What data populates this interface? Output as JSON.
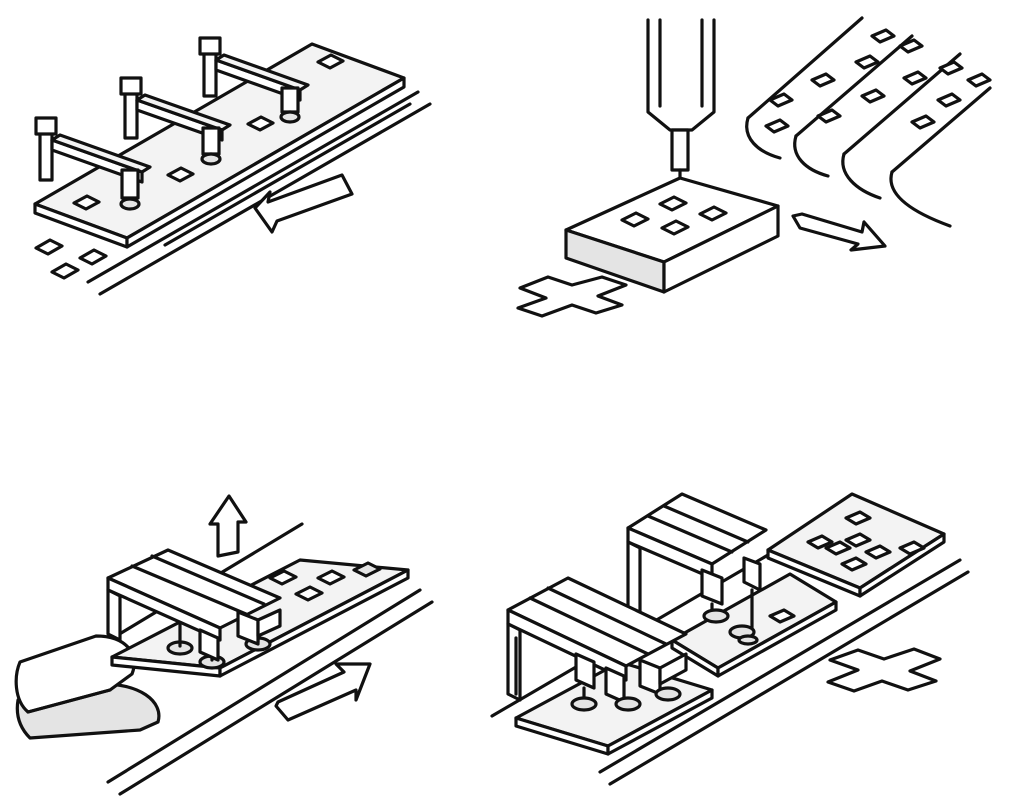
{
  "colors": {
    "line": "#111111",
    "background": "#ffffff",
    "fill_light": "#f3f3f3",
    "fill_grey": "#e4e4e4"
  },
  "panels": [
    {
      "id": "picking-components",
      "arrow_direction": "left"
    },
    {
      "id": "dispensing-paste",
      "arrow_direction": "right",
      "icons": [
        "dispense-needle-icon",
        "cross-mark-icon",
        "component-tape-icon"
      ]
    },
    {
      "id": "lifting-placement-head",
      "arrow_directions": [
        "up",
        "right"
      ]
    },
    {
      "id": "placing-on-board",
      "icons": [
        "cross-mark-icon"
      ]
    }
  ]
}
